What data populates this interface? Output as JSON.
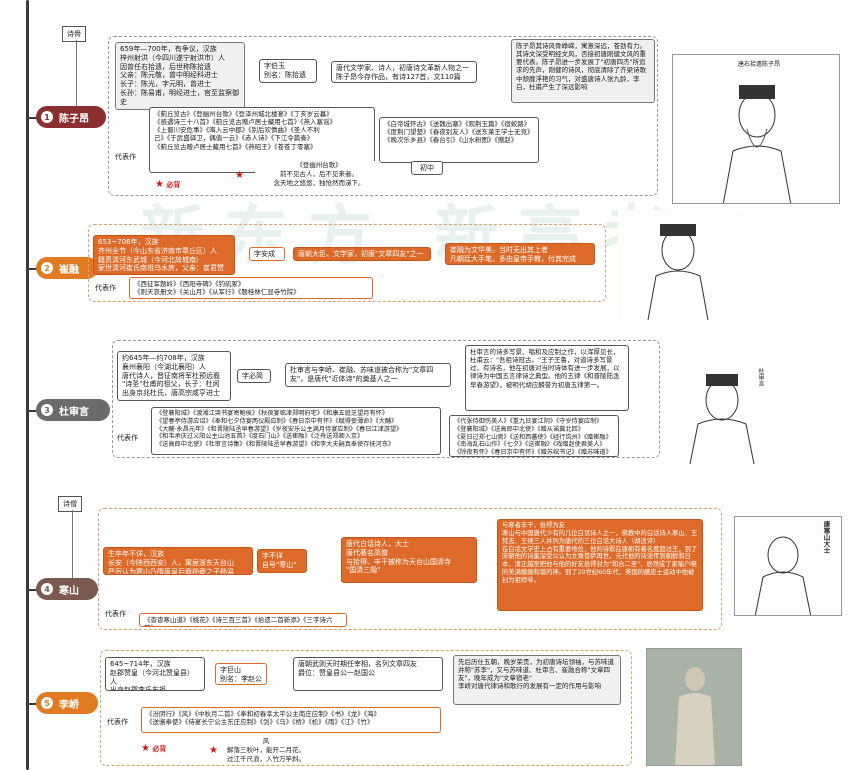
{
  "watermark": "新东方 新高考",
  "colors": {
    "spine": "#3a3a3a",
    "topic_dark": "#8a2f2f",
    "topic_orange": "#e07b22",
    "topic_gray": "#6b6b6b",
    "topic_brown": "#7a5a50",
    "accent": "#de6a2a",
    "star": "#d01a1a"
  },
  "sections": [
    {
      "group_tag": "诗骨",
      "topic_num": "1",
      "topic": "陈子昂",
      "bio": "659年—700年，有争议，汉族\n梓州射洪（今四川遂宁射洪市）人\n因曾任右拾遗，后世称陈拾遗\n父亲：陈元敬，曾中明经科进士\n长子：陈光，字元明，曾进士\n长孙：陈易甫，明经进士，官至监察御史",
      "zi": "字伯玉\n别名：陈拾遗",
      "role": "唐代文学家、诗人，初唐诗文革新人物之一\n陈子昂今存作品，有诗127首，文110篇",
      "desc": "陈子昂其诗风骨峥嵘，寓意深远，苍劲有力。其诗文深受明经文风，否接初唐刚健文风的重要代表。陈子昂进一步发展了\"初唐四杰\"所追求的先声，刚健的诗风，彻底清除了齐梁诗歌中颓靡浮艳的习气，对盛唐诗人张九龄，李白，杜甫产生了深远影响",
      "rep_label": "代表作",
      "works_a": "《蓟丘览古》《登幽州台歌》《登泽州城北楼宴》《丁亥岁云暮》\n《感遇诗三十八首》《蓟丘览古赠卢居士藏用七首》《燕入塞谣》\n《上蜀川安危事》《晦入云中郡》《别后欢情曲》《圣人不利\n己》《于武盛驿卫，偶值一云》《赤人诗》《下江令篇奏》\n《蓟丘览古赠卢居士藏用七首》《燕昭王》《苍苍丁零塞》",
      "works_b": "《白帝城怀古》《送魏出塞》《观荆玉篇》《宿蛟路》\n《度荆门望楚》《春夜别友人》《送东莱王学士无竞》\n《晚次乐乡县》《春台引》《山水粉图》《赠赵》",
      "must_label": "必背",
      "poem_title": "《登幽州台歌》",
      "poem": "前不见古人，后不见来者。\n念天地之悠悠，独怆然而涕下。",
      "level": "初中",
      "portrait_caption": "唐右拾遗陈子昂"
    },
    {
      "topic_num": "2",
      "topic": "崔融",
      "bio": "653~706年，汉族\n齐州全节（今山东省济南市章丘区）人\n籍贯清河东武城（今河北故城南）\n家世清河崔氏南祖乌水房，父亲：崔君赞",
      "zi": "字安成",
      "role": "唐朝大臣、文学家，初唐\"文章四友\"之一",
      "desc": "崔融为文华美，当时无出其上者\n凡朝廷大手笔，多由皇帝手敕，付其完成",
      "rep_label": "代表作",
      "works": "《西征军题岭》《西阳寺碑》《钓矶冢》\n《则天哀册文》《关山月》《从军行》《题桂林仁显寺竹院》"
    },
    {
      "topic_num": "3",
      "topic": "杜审言",
      "bio": "约645年—约708年，汉族\n襄州襄阳（今湖北襄阳）人\n唐代诗人，晋征南将军杜预远裔\n\"诗圣\"杜甫的祖父，长子：杜闲\n出身京兆杜氏，唐高宗咸亨进士",
      "zi": "字必简",
      "role": "杜审言与李峤、崔融、苏味道被合称为\"文章四友\"，是唐代\"近体诗\"的奠基人之一",
      "desc": "杜审言的诗多写景、唱和及应制之作，以浑厚见长，杜甫云：\"吾祖诗冠古。\"王子王鲁，对道诗多写景过，有诗名，他在初唐对当时诗体有进一步发展，以律诗为中国五言律诗之典型。他的五律《和晋陵陆丞早春游望》，被明代胡应麟誉为初唐五律第一。",
      "rep_label": "代表作",
      "works_a": "《登襄阳城》《渡湘江哭书宴寄鲍侯》《秋夜宴临津郑明府宅》《和康五庭芝望月有怀》\n《望春亭侍游应诏》《奉和七夕侍宴两仪殿应制》《春日京中有怀》《赋得妾薄命》《大酺》\n《大酺·永昌元年》《和晋陵陆丞早春游望》《岁夜安乐公主满月侍宴应制》《春日江津游望》\n《和韦承庆过义阳公主山池五首》《度石门山》《送崔融》《泛舟送郑卿入京》\n《送高郎中北使》《杜审言诗集》《和晋陵陆丞早春游望》《和李大夫嗣真奉使存抚河东》",
      "works_b": "《代张侍御伤美人》《重九日宴江阴》《守岁侍宴应制》\n《登襄阳城》《送高郎中北使》《赠从弟冀北回》\n《夏日过郑七山斋》《送和西蕃使》《经行岚州》《赠崔融》\n《南海乱石山作》《七夕》《送崔融》《戏赠赵使君美人》\n《除夜有怀》《春日京中有怀》《赠苏绾书记》《赠苏味道》\n《和李大夫嗣真奉使存抚河东》《度石门山》《赠苏绾书记》",
      "portrait_caption": "杜审言"
    },
    {
      "group_tag": "诗僧",
      "topic_num": "4",
      "topic": "寒山",
      "bio": "生卒年不详，汉族\n长安（今陕西西安）人，寓居浙东天台山\n严厉认为寒山乃隋唐皇后裔杨夔之子杨温",
      "zi": "字不详\n自号\"寒山\"",
      "role": "唐代白话诗人，大士\n唐代著名高僧\n与拾得、丰干被称为天台山国清寺\n\"国清三隐\"",
      "desc": "与寒者丰干、拾得为友\n寒山与中国唐代少有的几位白话诗人之一，佛教中的白话诗人寒山、王梵志、王绩三人并列为唐代的三位白话大诗人（胡适评）\n在白话文学史上占有重要地位，他的诗歌在唐朝有着名度超过王，到了宋朝他的诗集深受公认为文殊菩萨再世。元代他的诗流传到朝鲜和日本，清正越至把他与他的好友拾得封为\"和合二圣\"，居然成了家喻户晓的美满婚姻和谐的神。到了20世纪60年代，美国的嬉皮士运动中他被封为祖师爷。",
      "rep_label": "代表作",
      "works": "《杳杳寒山道》《桃花》《诗三百三首》《拾遗二首新添》《三字诗六首》",
      "portrait_caption": "唐寒山大士"
    },
    {
      "topic_num": "5",
      "topic": "李峤",
      "bio": "645~714年，汉族\n赵郡赞皇（今河北赞皇县）人\n出身赵郡李氏东祖",
      "zi": "字巨山\n别名：李赵公",
      "role": "唐朝武则天时期任宰相，名列文章四友\n爵位：赞皇县公一赵国公",
      "desc": "先后历仕五朝，晚岁荣贵，为初唐诗坛领袖，与苏味道并称\"苏李\"，又与苏味道、杜审言、崔融合称\"文章四友\"，晚年成为\"文章宿老\"\n李峤对唐代律诗和歌行的发展有一定的作用与影响",
      "rep_label": "代表作",
      "works": "《汾阴行》《风》《中秋月二首》《奉和初春幸太平公主南庄应制》《书》《龙》《海》\n《送骆奉使》《侍宴长宁公主东庄应制》《剑》《马》《桥》《松》《雨》《江》《竹》",
      "must_label": "必背",
      "poem_title": "风",
      "poem": "解落三秋叶，能开二月花。\n过江千尺浪，入竹万竿斜。"
    }
  ]
}
